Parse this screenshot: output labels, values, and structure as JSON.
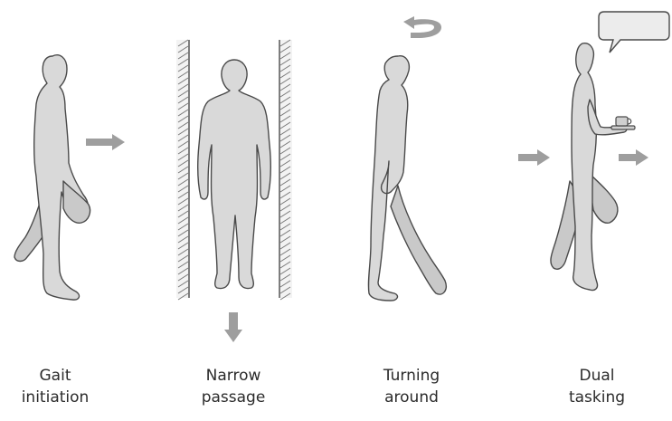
{
  "panels": [
    {
      "id": "gait-initiation",
      "caption_line1": "Gait",
      "caption_line2": "initiation"
    },
    {
      "id": "narrow-passage",
      "caption_line1": "Narrow",
      "caption_line2": "passage"
    },
    {
      "id": "turning-around",
      "caption_line1": "Turning",
      "caption_line2": "around"
    },
    {
      "id": "dual-tasking",
      "caption_line1": "Dual",
      "caption_line2": "tasking"
    }
  ],
  "colors": {
    "figure_fill": "#d9d9d9",
    "figure_outline": "#4a4a4a",
    "arrow": "#9e9e9e",
    "caption_text": "#2b2b2b"
  },
  "icons": [
    "walking-person-icon",
    "standing-person-icon",
    "direction-arrow-icon",
    "turn-arrow-icon",
    "speech-bubble-icon",
    "tray-with-cup-icon",
    "wall-hatching-icon"
  ]
}
